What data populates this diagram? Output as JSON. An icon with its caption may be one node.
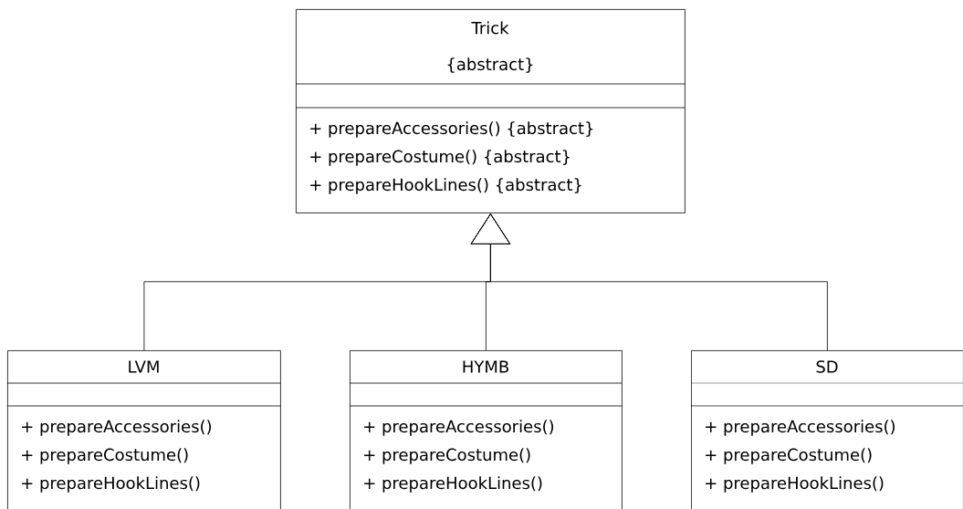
{
  "diagram": {
    "nodes": [
      {
        "text": [
          "Trick",
          "{abstract}",
          "+ prepareAccessories() {abstract}",
          "+ prepareCostume() {abstract}",
          "+ prepareHookLines() {abstract}"
        ]
      },
      {
        "text": [
          "LVM",
          "+ prepareAccessories()",
          "+ prepareCostume()",
          "+ prepareHookLines()"
        ]
      },
      {
        "text": [
          "HYMB",
          "+ prepareAccessories()",
          "+ prepareCostume()",
          "+ prepareHookLines()"
        ]
      },
      {
        "text": [
          "SD",
          "+ prepareAccessories()",
          "+ prepareCostume()",
          "+ prepareHookLines()"
        ]
      }
    ],
    "edges": [
      {
        "from": 1,
        "to": 0,
        "arrow": "to"
      },
      {
        "from": 2,
        "to": 0,
        "arrow": "to"
      },
      {
        "from": 3,
        "to": 0,
        "arrow": "to"
      }
    ]
  }
}
